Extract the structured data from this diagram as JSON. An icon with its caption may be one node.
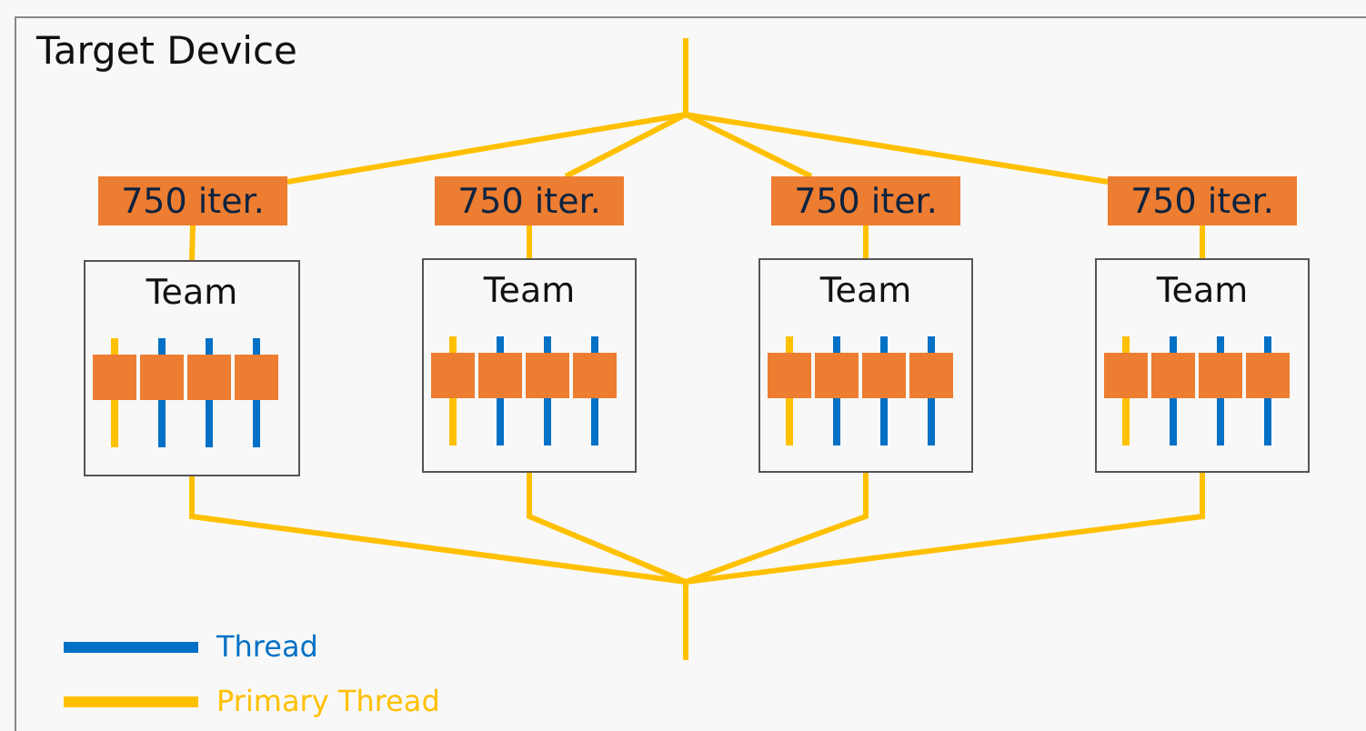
{
  "diagram": {
    "nodes": [
      {
        "text": [
          "Target Device"
        ]
      },
      {
        "text": [
          "750 iter."
        ],
        "in": 0
      },
      {
        "text": [
          "750 iter."
        ],
        "in": 0
      },
      {
        "text": [
          "750 iter."
        ],
        "in": 0
      },
      {
        "text": [
          "750 iter."
        ],
        "in": 0
      },
      {
        "text": [
          "Team"
        ],
        "in": 0
      },
      {
        "text": [
          "Team"
        ],
        "in": 0
      },
      {
        "text": [
          "Team"
        ],
        "in": 0
      },
      {
        "text": [
          "Team"
        ],
        "in": 0
      }
    ],
    "edges": [
      {
        "from": null,
        "to": 1,
        "arrow": "none"
      },
      {
        "from": null,
        "to": 2,
        "arrow": "none"
      },
      {
        "from": null,
        "to": 3,
        "arrow": "none"
      },
      {
        "from": null,
        "to": 4,
        "arrow": "none"
      },
      {
        "from": 1,
        "to": 5,
        "arrow": "none"
      },
      {
        "from": 2,
        "to": 6,
        "arrow": "none"
      },
      {
        "from": 3,
        "to": 7,
        "arrow": "none"
      },
      {
        "from": 4,
        "to": 8,
        "arrow": "none"
      },
      {
        "from": 5,
        "to": null,
        "arrow": "none"
      },
      {
        "from": 6,
        "to": null,
        "arrow": "none"
      },
      {
        "from": 7,
        "to": null,
        "arrow": "none"
      },
      {
        "from": 8,
        "to": null,
        "arrow": "none"
      }
    ],
    "legend": [
      {
        "text": "Thread",
        "color": "#0071c5"
      },
      {
        "text": "Primary Thread",
        "color": "#ffc000"
      }
    ]
  }
}
